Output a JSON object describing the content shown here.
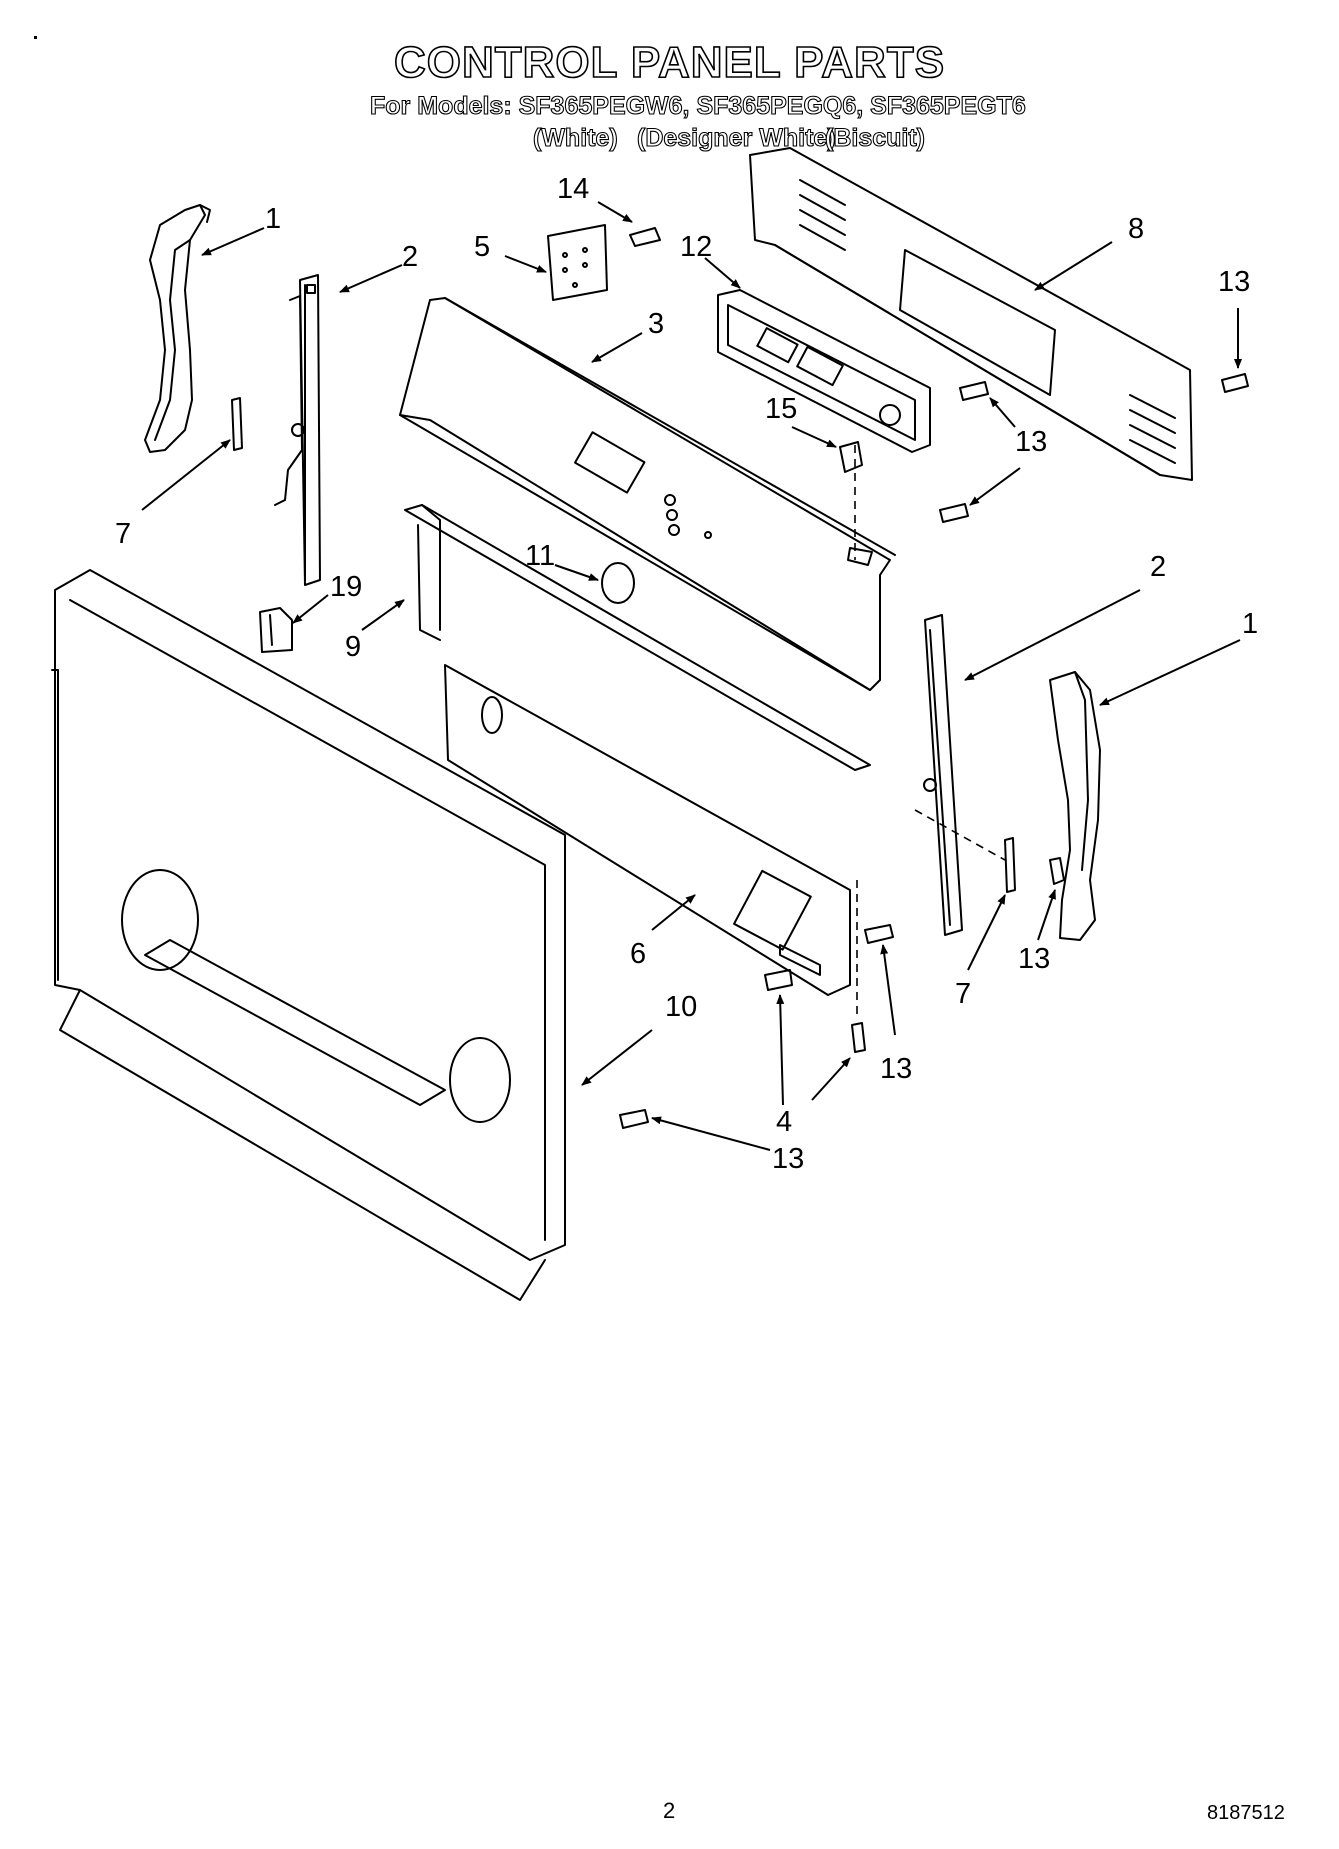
{
  "header": {
    "title": "CONTROL PANEL PARTS",
    "models_line": "For Models: SF365PEGW6, SF365PEGQ6, SF365PEGT6",
    "variants": [
      "(White)",
      "(Designer White)",
      "(Biscuit)"
    ]
  },
  "callouts": [
    {
      "id": "c-1-left",
      "label": "1"
    },
    {
      "id": "c-2-left",
      "label": "2"
    },
    {
      "id": "c-7-left",
      "label": "7"
    },
    {
      "id": "c-19",
      "label": "19"
    },
    {
      "id": "c-9",
      "label": "9"
    },
    {
      "id": "c-14",
      "label": "14"
    },
    {
      "id": "c-5",
      "label": "5"
    },
    {
      "id": "c-12",
      "label": "12"
    },
    {
      "id": "c-3",
      "label": "3"
    },
    {
      "id": "c-15",
      "label": "15"
    },
    {
      "id": "c-11",
      "label": "11"
    },
    {
      "id": "c-8",
      "label": "8"
    },
    {
      "id": "c-13-top",
      "label": "13"
    },
    {
      "id": "c-13-mid",
      "label": "13"
    },
    {
      "id": "c-2-right",
      "label": "2"
    },
    {
      "id": "c-1-right",
      "label": "1"
    },
    {
      "id": "c-13-right",
      "label": "13"
    },
    {
      "id": "c-7-right",
      "label": "7"
    },
    {
      "id": "c-6",
      "label": "6"
    },
    {
      "id": "c-10",
      "label": "10"
    },
    {
      "id": "c-13-lowmid",
      "label": "13"
    },
    {
      "id": "c-4",
      "label": "4"
    },
    {
      "id": "c-13-bottom",
      "label": "13"
    }
  ],
  "footer": {
    "page_number": "2",
    "doc_code": "8187512"
  }
}
